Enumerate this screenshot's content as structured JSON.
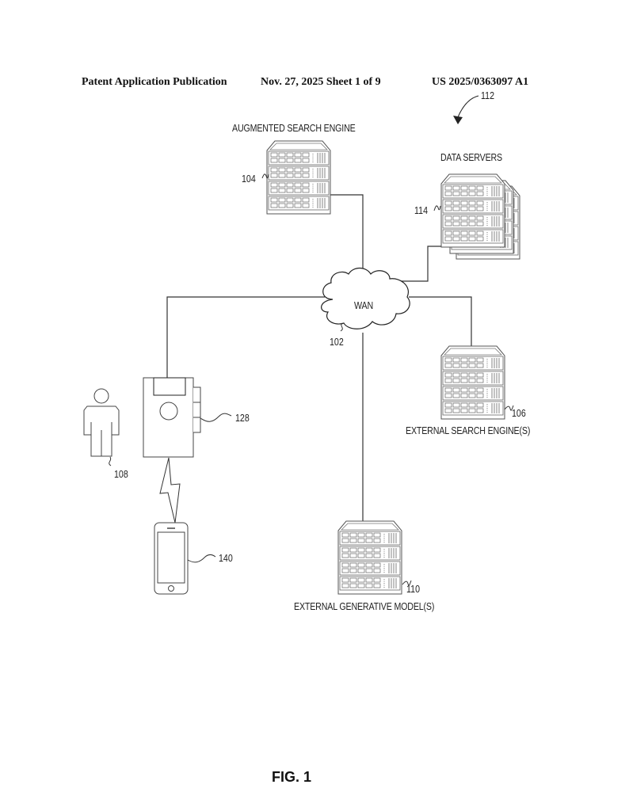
{
  "header": {
    "publication": "Patent Application Publication",
    "date_sheet": "Nov. 27, 2025  Sheet 1 of 9",
    "pub_number": "US 2025/0363097 A1"
  },
  "figure": {
    "label": "FIG. 1",
    "system_ref": "112",
    "nodes": {
      "wan": {
        "label": "WAN",
        "ref": "102"
      },
      "augmented_search_engine": {
        "label": "AUGMENTED SEARCH ENGINE",
        "ref": "104"
      },
      "data_servers": {
        "label": "DATA SERVERS",
        "ref": "114"
      },
      "external_search_engines": {
        "label": "EXTERNAL SEARCH ENGINE(S)",
        "ref": "106"
      },
      "external_generative_models": {
        "label": "EXTERNAL GENERATIVE MODEL(S)",
        "ref": "110"
      },
      "user": {
        "label": "",
        "ref": "108"
      },
      "client_device": {
        "label": "",
        "ref": "128"
      },
      "mobile_device": {
        "label": "",
        "ref": "140"
      }
    }
  }
}
